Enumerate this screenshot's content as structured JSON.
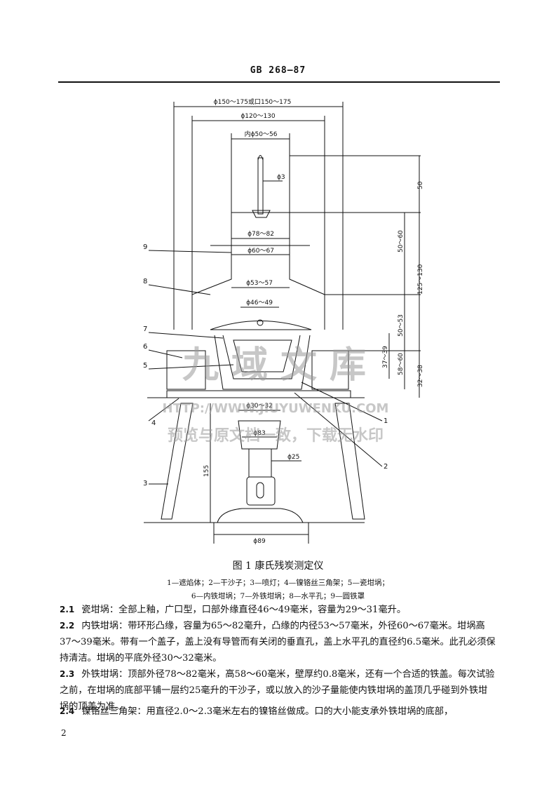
{
  "header": {
    "standard_id": "GB 268—87"
  },
  "figure": {
    "dims": {
      "outer_dia": "ϕ150～175或口150～175",
      "mid_dia": "ϕ120～130",
      "inner_dia": "内ϕ50～56",
      "rod_dia": "ϕ3",
      "lid_dia": "ϕ78～82",
      "neck_dia": "ϕ60～67",
      "cone_dia": "ϕ53～57",
      "crucible_top_dia": "ϕ46～49",
      "crucible_base_dia": "ϕ30～32",
      "burner_dia": "ϕ83",
      "burner_tube_dia": "ϕ25",
      "base_dia": "ϕ89",
      "h_50": "50",
      "h_50_60": "50～60",
      "h_125_130": "125～130",
      "h_50_53": "50～53",
      "h_37_39": "37～39",
      "h_58_60": "58～60",
      "h_32_38": "32～38",
      "h_155": "155"
    },
    "callouts": [
      "1",
      "2",
      "3",
      "4",
      "5",
      "6",
      "7",
      "8",
      "9"
    ],
    "watermark": {
      "brand": "九域文库",
      "url": "HTTP://WWW.JIUYUWENKU.COM",
      "slogan": "预览与原文档一致，下载无水印"
    }
  },
  "caption": "图 1  康氏残炭测定仪",
  "legend": {
    "line1": "1—遮焰体；2—干沙子；3—喷灯；4—镍铬丝三角架；5—瓷坩埚；",
    "line2": "6—内铁坩埚；7—外铁坩埚；8—水平孔；9—圆铁罩"
  },
  "paragraphs": [
    {
      "num": "2.1",
      "text": "瓷坩埚：全部上釉，广口型，口部外缘直径46～49毫米，容量为29～31毫升。"
    },
    {
      "num": "2.2",
      "text": "内铁坩埚：带环形凸缘，容量为65～82毫升，凸缘的内径53～57毫米，外径60～67毫米。坩埚高37～39毫米。带有一个盖子，盖上没有导管而有关闭的垂直孔，盖上水平孔的直径约6.5毫米。此孔必须保持清洁。坩埚的平底外径30～32毫米。"
    },
    {
      "num": "2.3",
      "text": "外铁坩埚：顶部外径78～82毫米，高58～60毫米，壁厚约0.8毫米，还有一个合适的铁盖。每次试验之前，在坩埚的底部平铺一层约25毫升的干沙子，或以放入的沙子量能使内铁坩埚的盖顶几乎碰到外铁坩埚的顶盖为准。"
    },
    {
      "num": "2.4",
      "text": "镍铬丝三角架：用直径2.0～2.3毫米左右的镍铬丝做成。口的大小能支承外铁坩埚的底部，"
    }
  ],
  "page_number": "2"
}
